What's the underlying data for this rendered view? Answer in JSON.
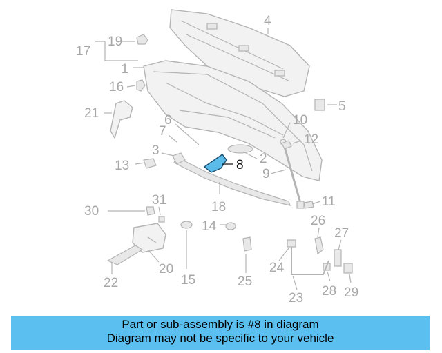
{
  "labels": {
    "l1": "1",
    "l2": "2",
    "l3": "3",
    "l4": "4",
    "l5": "5",
    "l6": "6",
    "l7": "7",
    "l8": "8",
    "l9": "9",
    "l10": "10",
    "l11": "11",
    "l12": "12",
    "l13": "13",
    "l14": "14",
    "l15": "15",
    "l16": "16",
    "l17": "17",
    "l18": "18",
    "l19": "19",
    "l20": "20",
    "l21": "21",
    "l22": "22",
    "l23": "23",
    "l24": "24",
    "l25": "25",
    "l26": "26",
    "l27": "27",
    "l28": "28",
    "l29": "29",
    "l30": "30",
    "l31": "31"
  },
  "highlight_part": "8",
  "colors": {
    "highlight": "#5bbcea",
    "banner": "#5bc0f0",
    "lines": "#b4b4b4"
  },
  "banner": {
    "line1": "Part or sub-assembly is #8 in diagram",
    "line2": "Diagram may not be specific to your vehicle"
  }
}
